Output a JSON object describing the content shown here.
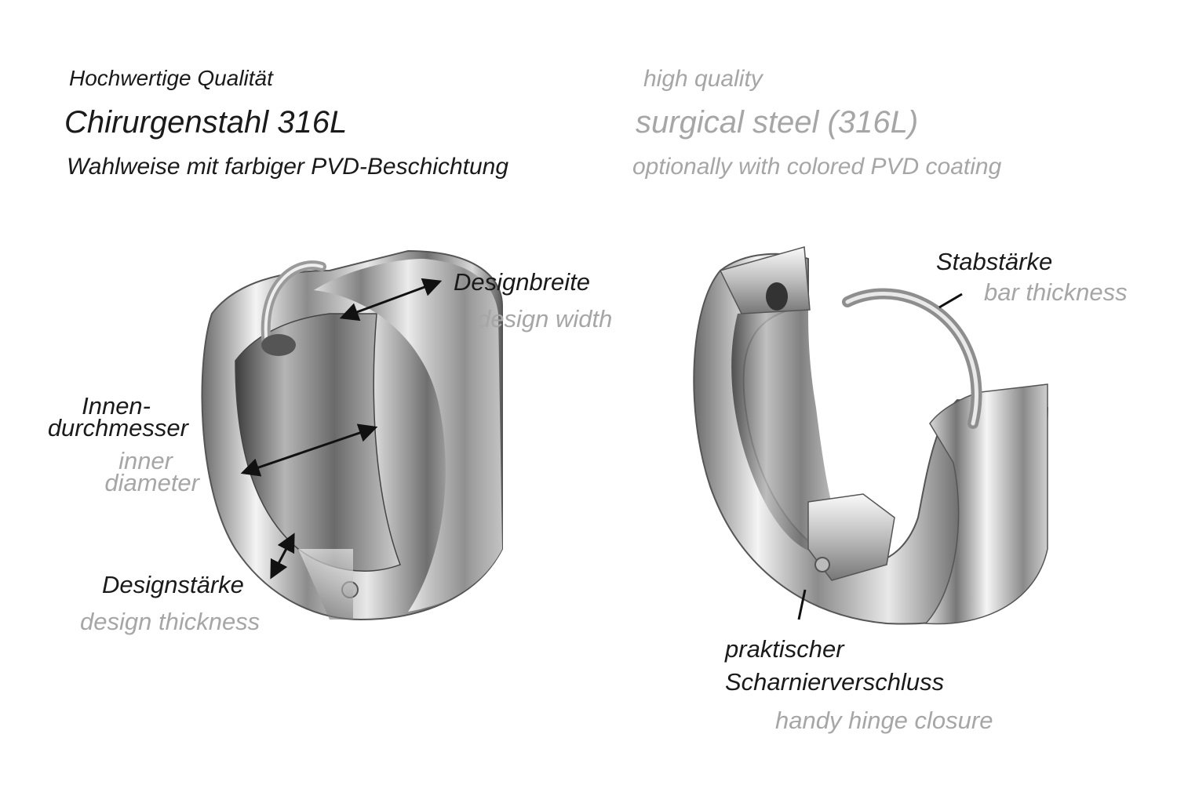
{
  "header": {
    "de_line1": "Hochwertige Qualität",
    "de_line2": "Chirurgenstahl 316L",
    "de_line3": "Wahlweise mit farbiger PVD-Beschichtung",
    "en_line1": "high quality",
    "en_line2": "surgical steel (316L)",
    "en_line3": "optionally with colored PVD coating"
  },
  "left_earring": {
    "design_width_de": "Designbreite",
    "design_width_en": "design width",
    "inner_diameter_de_1": "Innen-",
    "inner_diameter_de_2": "durchmesser",
    "inner_diameter_en_1": "inner",
    "inner_diameter_en_2": "diameter",
    "design_thickness_de": "Designstärke",
    "design_thickness_en": "design thickness"
  },
  "right_earring": {
    "bar_thickness_de": "Stabstärke",
    "bar_thickness_en": "bar thickness",
    "hinge_de_1": "praktischer",
    "hinge_de_2": "Scharnierverschluss",
    "hinge_en": "handy hinge closure"
  },
  "colors": {
    "german_text": "#1a1a1a",
    "english_text": "#a6a6a6",
    "steel_light": "#f2f2f2",
    "steel_dark": "#4a4a4a"
  }
}
